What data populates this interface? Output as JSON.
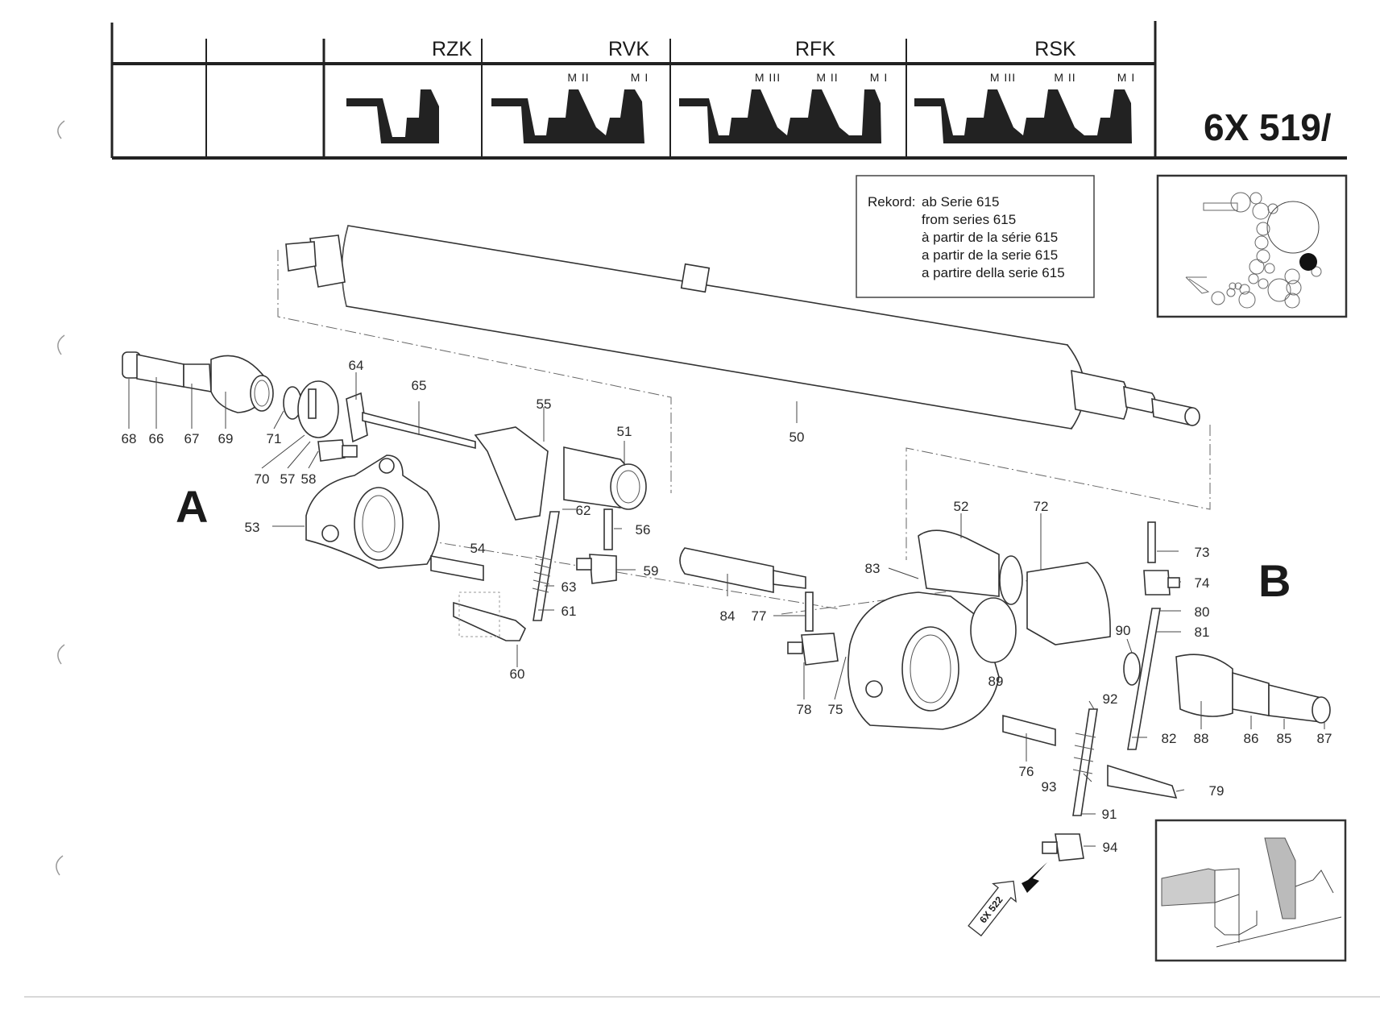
{
  "header": {
    "columns": [
      {
        "id": "blank1",
        "title": "",
        "subs": []
      },
      {
        "id": "blank2",
        "title": "",
        "subs": []
      },
      {
        "id": "rzk",
        "title": "RZK",
        "subs": []
      },
      {
        "id": "rvk",
        "title": "RVK",
        "subs": [
          "M II",
          "M I"
        ]
      },
      {
        "id": "rfk",
        "title": "RFK",
        "subs": [
          "M III",
          "M II",
          "M I"
        ]
      },
      {
        "id": "rsk",
        "title": "RSK",
        "subs": [
          "M III",
          "M II",
          "M I"
        ]
      }
    ],
    "document_number": "6X 519/"
  },
  "note": {
    "label": "Rekord:",
    "lines": [
      "ab Serie 615",
      "from series 615",
      "à partir de la série 615",
      "a partir de la serie 615",
      "a partire della serie 615"
    ]
  },
  "views": {
    "a": "A",
    "b": "B"
  },
  "reference_arrow": "6X 522",
  "parts": {
    "p50": "50",
    "p51": "51",
    "p52": "52",
    "p53": "53",
    "p54": "54",
    "p55": "55",
    "p56": "56",
    "p57": "57",
    "p58": "58",
    "p59": "59",
    "p60": "60",
    "p61": "61",
    "p62": "62",
    "p63": "63",
    "p64": "64",
    "p65": "65",
    "p66": "66",
    "p67": "67",
    "p68": "68",
    "p69": "69",
    "p70": "70",
    "p71": "71",
    "p72": "72",
    "p73": "73",
    "p74": "74",
    "p75": "75",
    "p76": "76",
    "p77": "77",
    "p78": "78",
    "p79": "79",
    "p80": "80",
    "p81": "81",
    "p82": "82",
    "p83": "83",
    "p84": "84",
    "p85": "85",
    "p86": "86",
    "p87": "87",
    "p88": "88",
    "p89": "89",
    "p90": "90",
    "p91": "91",
    "p92": "92",
    "p93": "93",
    "p94": "94"
  }
}
